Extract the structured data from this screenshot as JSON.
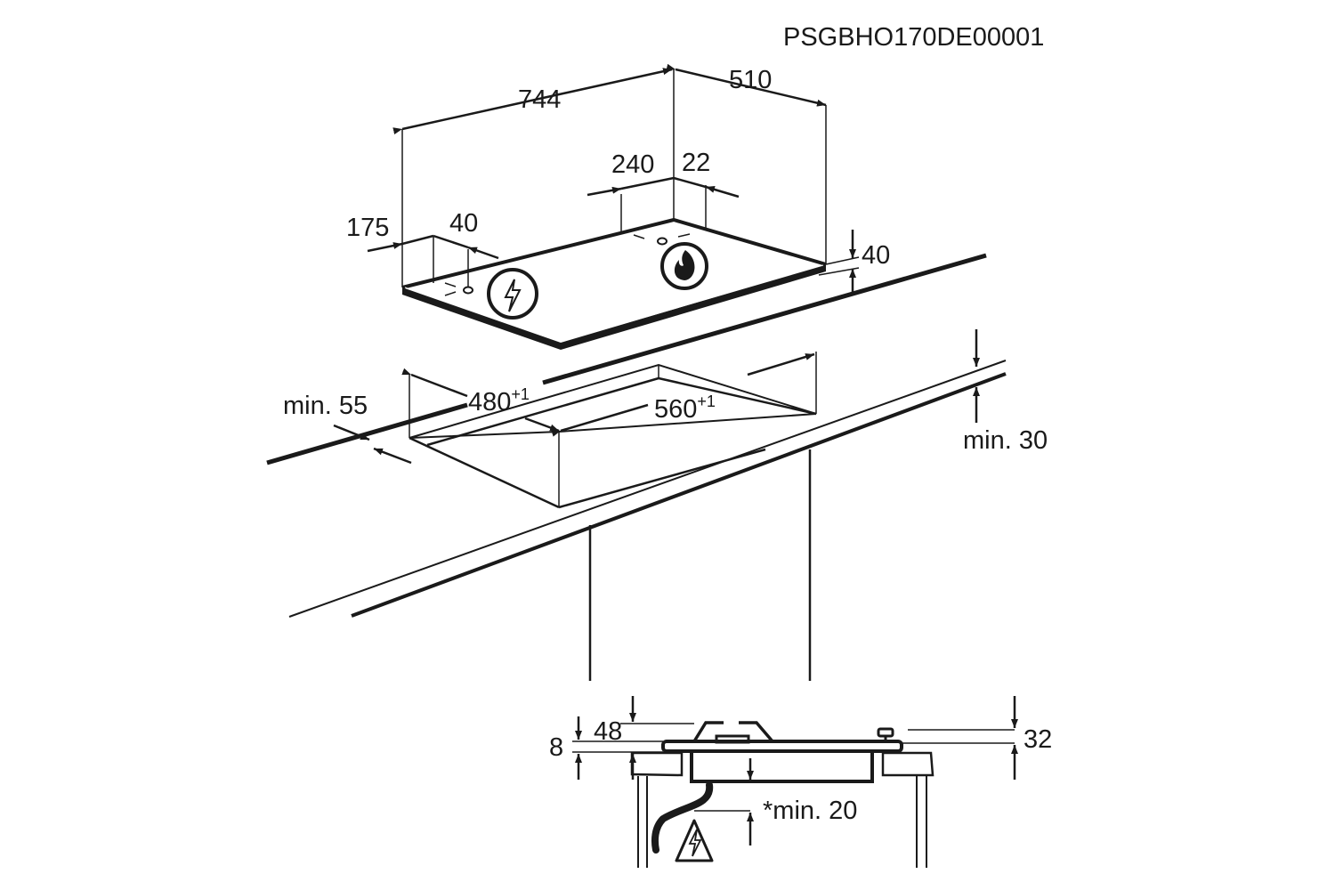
{
  "document_code": "PSGBHO170DE00001",
  "hob_dimensions": {
    "width": "744",
    "depth": "510",
    "burner_offset_x": "240",
    "burner_offset_y": "22",
    "electric_offset_x": "175",
    "electric_offset_y": "40",
    "height": "40"
  },
  "cutout": {
    "depth": "480",
    "depth_tol": "+1",
    "width": "560",
    "width_tol": "+1",
    "front_margin": "min. 55",
    "worktop_thickness": "min. 30"
  },
  "section": {
    "plate_thickness": "8",
    "trivet_height": "48",
    "knob_height": "32",
    "clearance": "*min. 20"
  },
  "icons": [
    "electric-bolt-icon",
    "gas-flame-icon",
    "electric-warning-icon"
  ],
  "colors": {
    "ink": "#1a1a1a",
    "background": "#ffffff"
  }
}
